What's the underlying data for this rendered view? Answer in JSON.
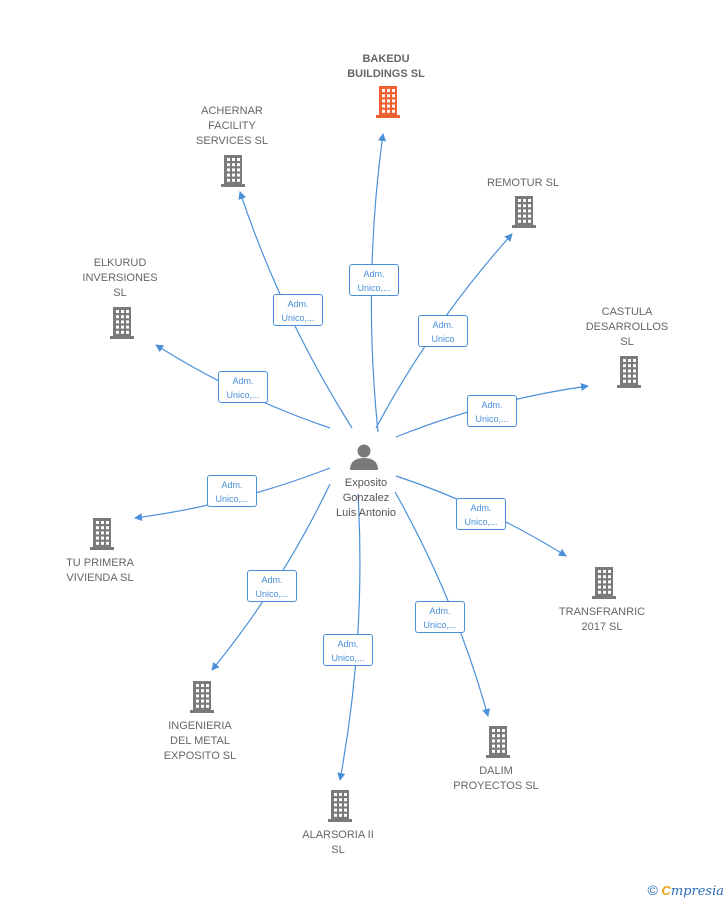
{
  "center": {
    "label": "Exposito\nGonzalez\nLuis Antonio"
  },
  "companies": [
    {
      "id": "bakedu",
      "label": "BAKEDU\nBUILDINGS  SL",
      "highlight": true,
      "relation": "Adm.\nUnico,..."
    },
    {
      "id": "achernar",
      "label": "ACHERNAR\nFACILITY\nSERVICES  SL",
      "highlight": false,
      "relation": "Adm.\nUnico,..."
    },
    {
      "id": "remotur",
      "label": "REMOTUR  SL",
      "highlight": false,
      "relation": "Adm.\nUnico"
    },
    {
      "id": "elkurud",
      "label": "ELKURUD\nINVERSIONES\nSL",
      "highlight": false,
      "relation": "Adm.\nUnico,..."
    },
    {
      "id": "castula",
      "label": "CASTULA\nDESARROLLOS\nSL",
      "highlight": false,
      "relation": "Adm.\nUnico,..."
    },
    {
      "id": "tuprimera",
      "label": "TU PRIMERA\nVIVIENDA  SL",
      "highlight": false,
      "relation": "Adm.\nUnico,..."
    },
    {
      "id": "transfranric",
      "label": "TRANSFRANRIC\n2017  SL",
      "highlight": false,
      "relation": "Adm.\nUnico,..."
    },
    {
      "id": "ingenieria",
      "label": "INGENIERIA\nDEL METAL\nEXPOSITO  SL",
      "highlight": false,
      "relation": "Adm.\nUnico,..."
    },
    {
      "id": "dalim",
      "label": "DALIM\nPROYECTOS  SL",
      "highlight": false,
      "relation": "Adm.\nUnico,..."
    },
    {
      "id": "alarsoria",
      "label": "ALARSORIA II\nSL",
      "highlight": false,
      "relation": "Adm.\nUnico,..."
    }
  ],
  "colors": {
    "edge": "#4a90d9",
    "building": "#7a7a7a",
    "highlight_building": "#f06030",
    "person": "#7a7a7a"
  },
  "footer": {
    "copyright": "©",
    "brand_initial": "C",
    "brand_rest": "mpresia"
  }
}
